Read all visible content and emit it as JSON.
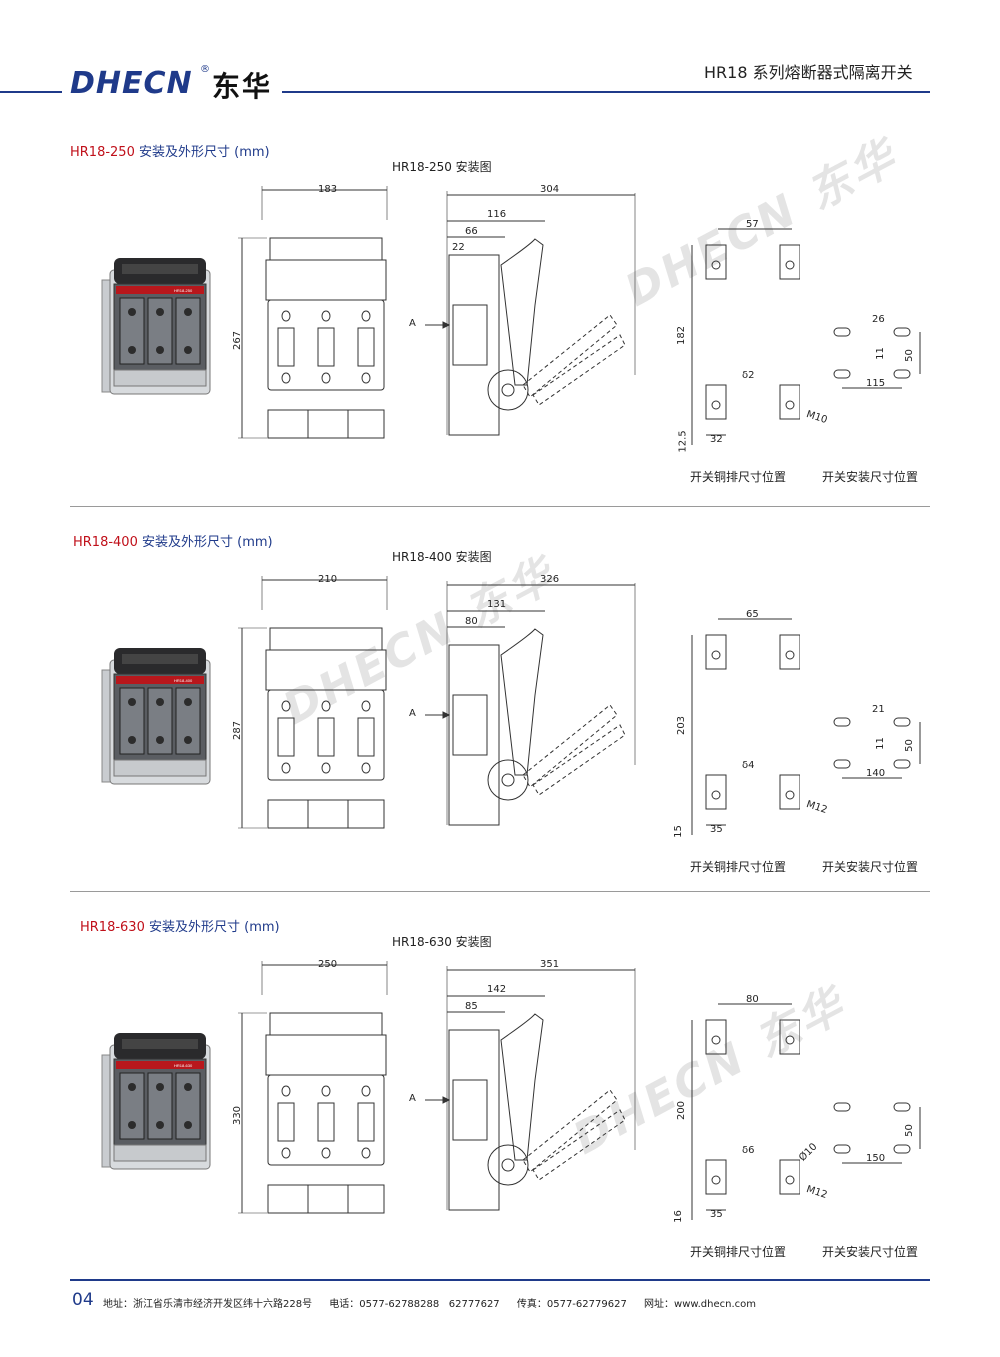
{
  "header": {
    "logo_text": "DHECN",
    "logo_reg": "®",
    "logo_cn": "东华",
    "page_title": "HR18 系列熔断器式隔离开关"
  },
  "sections": [
    {
      "title_code": "HR18-250",
      "title_rest": " 安装及外形尺寸 (mm)",
      "diagram_title": "HR18-250 安装图",
      "front": {
        "width": "183",
        "height": "267"
      },
      "side": {
        "total": "304",
        "d1": "116",
        "d2": "66",
        "d3": "22",
        "arrow": "A"
      },
      "busbar": {
        "spacing": "57",
        "height": "182",
        "bottom": "12.5",
        "width": "32",
        "thickness": "δ2",
        "bolt": "M10"
      },
      "mount": {
        "d1": "26",
        "d2": "11",
        "d3": "50",
        "d4": "115"
      },
      "caption_busbar": "开关铜排尺寸位置",
      "caption_mount": "开关安装尺寸位置",
      "product_label": "HR18-250"
    },
    {
      "title_code": "HR18-400",
      "title_rest": " 安装及外形尺寸 (mm)",
      "diagram_title": "HR18-400 安装图",
      "front": {
        "width": "210",
        "height": "287"
      },
      "side": {
        "total": "326",
        "d1": "131",
        "d2": "80",
        "arrow": "A"
      },
      "busbar": {
        "spacing": "65",
        "height": "203",
        "bottom": "15",
        "width": "35",
        "thickness": "δ4",
        "bolt": "M12"
      },
      "mount": {
        "d1": "21",
        "d2": "11",
        "d3": "50",
        "d4": "140"
      },
      "caption_busbar": "开关铜排尺寸位置",
      "caption_mount": "开关安装尺寸位置",
      "product_label": "HR18-400"
    },
    {
      "title_code": "HR18-630",
      "title_rest": " 安装及外形尺寸 (mm)",
      "diagram_title": "HR18-630 安装图",
      "front": {
        "width": "250",
        "height": "330"
      },
      "side": {
        "total": "351",
        "d1": "142",
        "d2": "85",
        "arrow": "A"
      },
      "busbar": {
        "spacing": "80",
        "height": "200",
        "bottom": "16",
        "width": "35",
        "thickness": "δ6",
        "bolt": "M12"
      },
      "mount": {
        "hole": "Ø10",
        "d3": "50",
        "d4": "150"
      },
      "caption_busbar": "开关铜排尺寸位置",
      "caption_mount": "开关安装尺寸位置",
      "product_label": "HR18-630"
    }
  ],
  "footer": {
    "page_number": "04",
    "address": "地址：浙江省乐清市经济开发区纬十六路228号",
    "phone": "电话：0577-62788288   62777627",
    "fax": "传真：0577-62779627",
    "web": "网址：www.dhecn.com"
  },
  "watermark": {
    "text": "DHECN",
    "cn": "东华"
  },
  "colors": {
    "brand_blue": "#1f3a8a",
    "brand_red": "#c0101a"
  }
}
